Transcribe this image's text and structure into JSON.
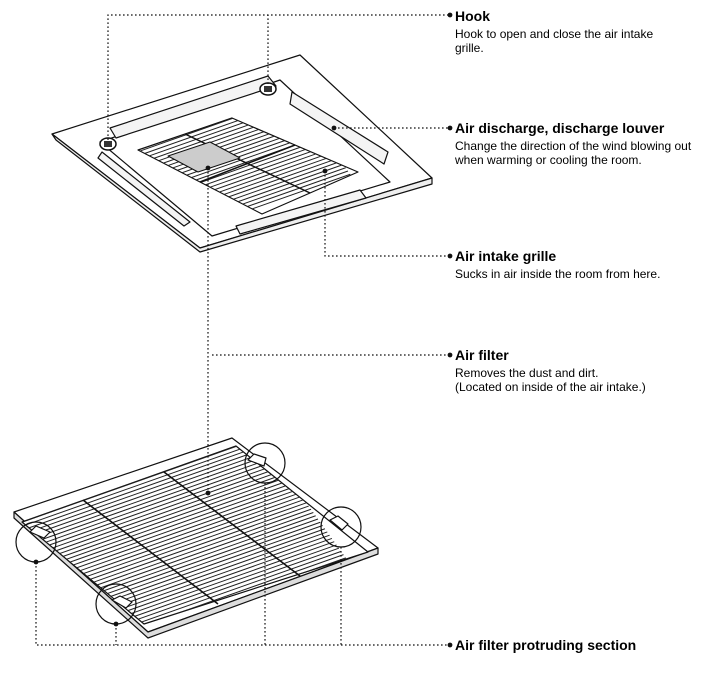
{
  "labels": {
    "hook": {
      "title": "Hook",
      "description": "Hook to open and close the air intake grille."
    },
    "air_discharge": {
      "title": "Air discharge, discharge louver",
      "description": "Change the direction of the wind blowing out when warming or cooling the room."
    },
    "air_intake_grille": {
      "title": "Air intake grille",
      "description": "Sucks in air inside the room from here."
    },
    "air_filter": {
      "title": "Air filter",
      "description_line1": "Removes the dust and dirt.",
      "description_line2": "(Located on inside of the air intake.)"
    },
    "protruding": {
      "title": "Air filter protruding section"
    }
  }
}
